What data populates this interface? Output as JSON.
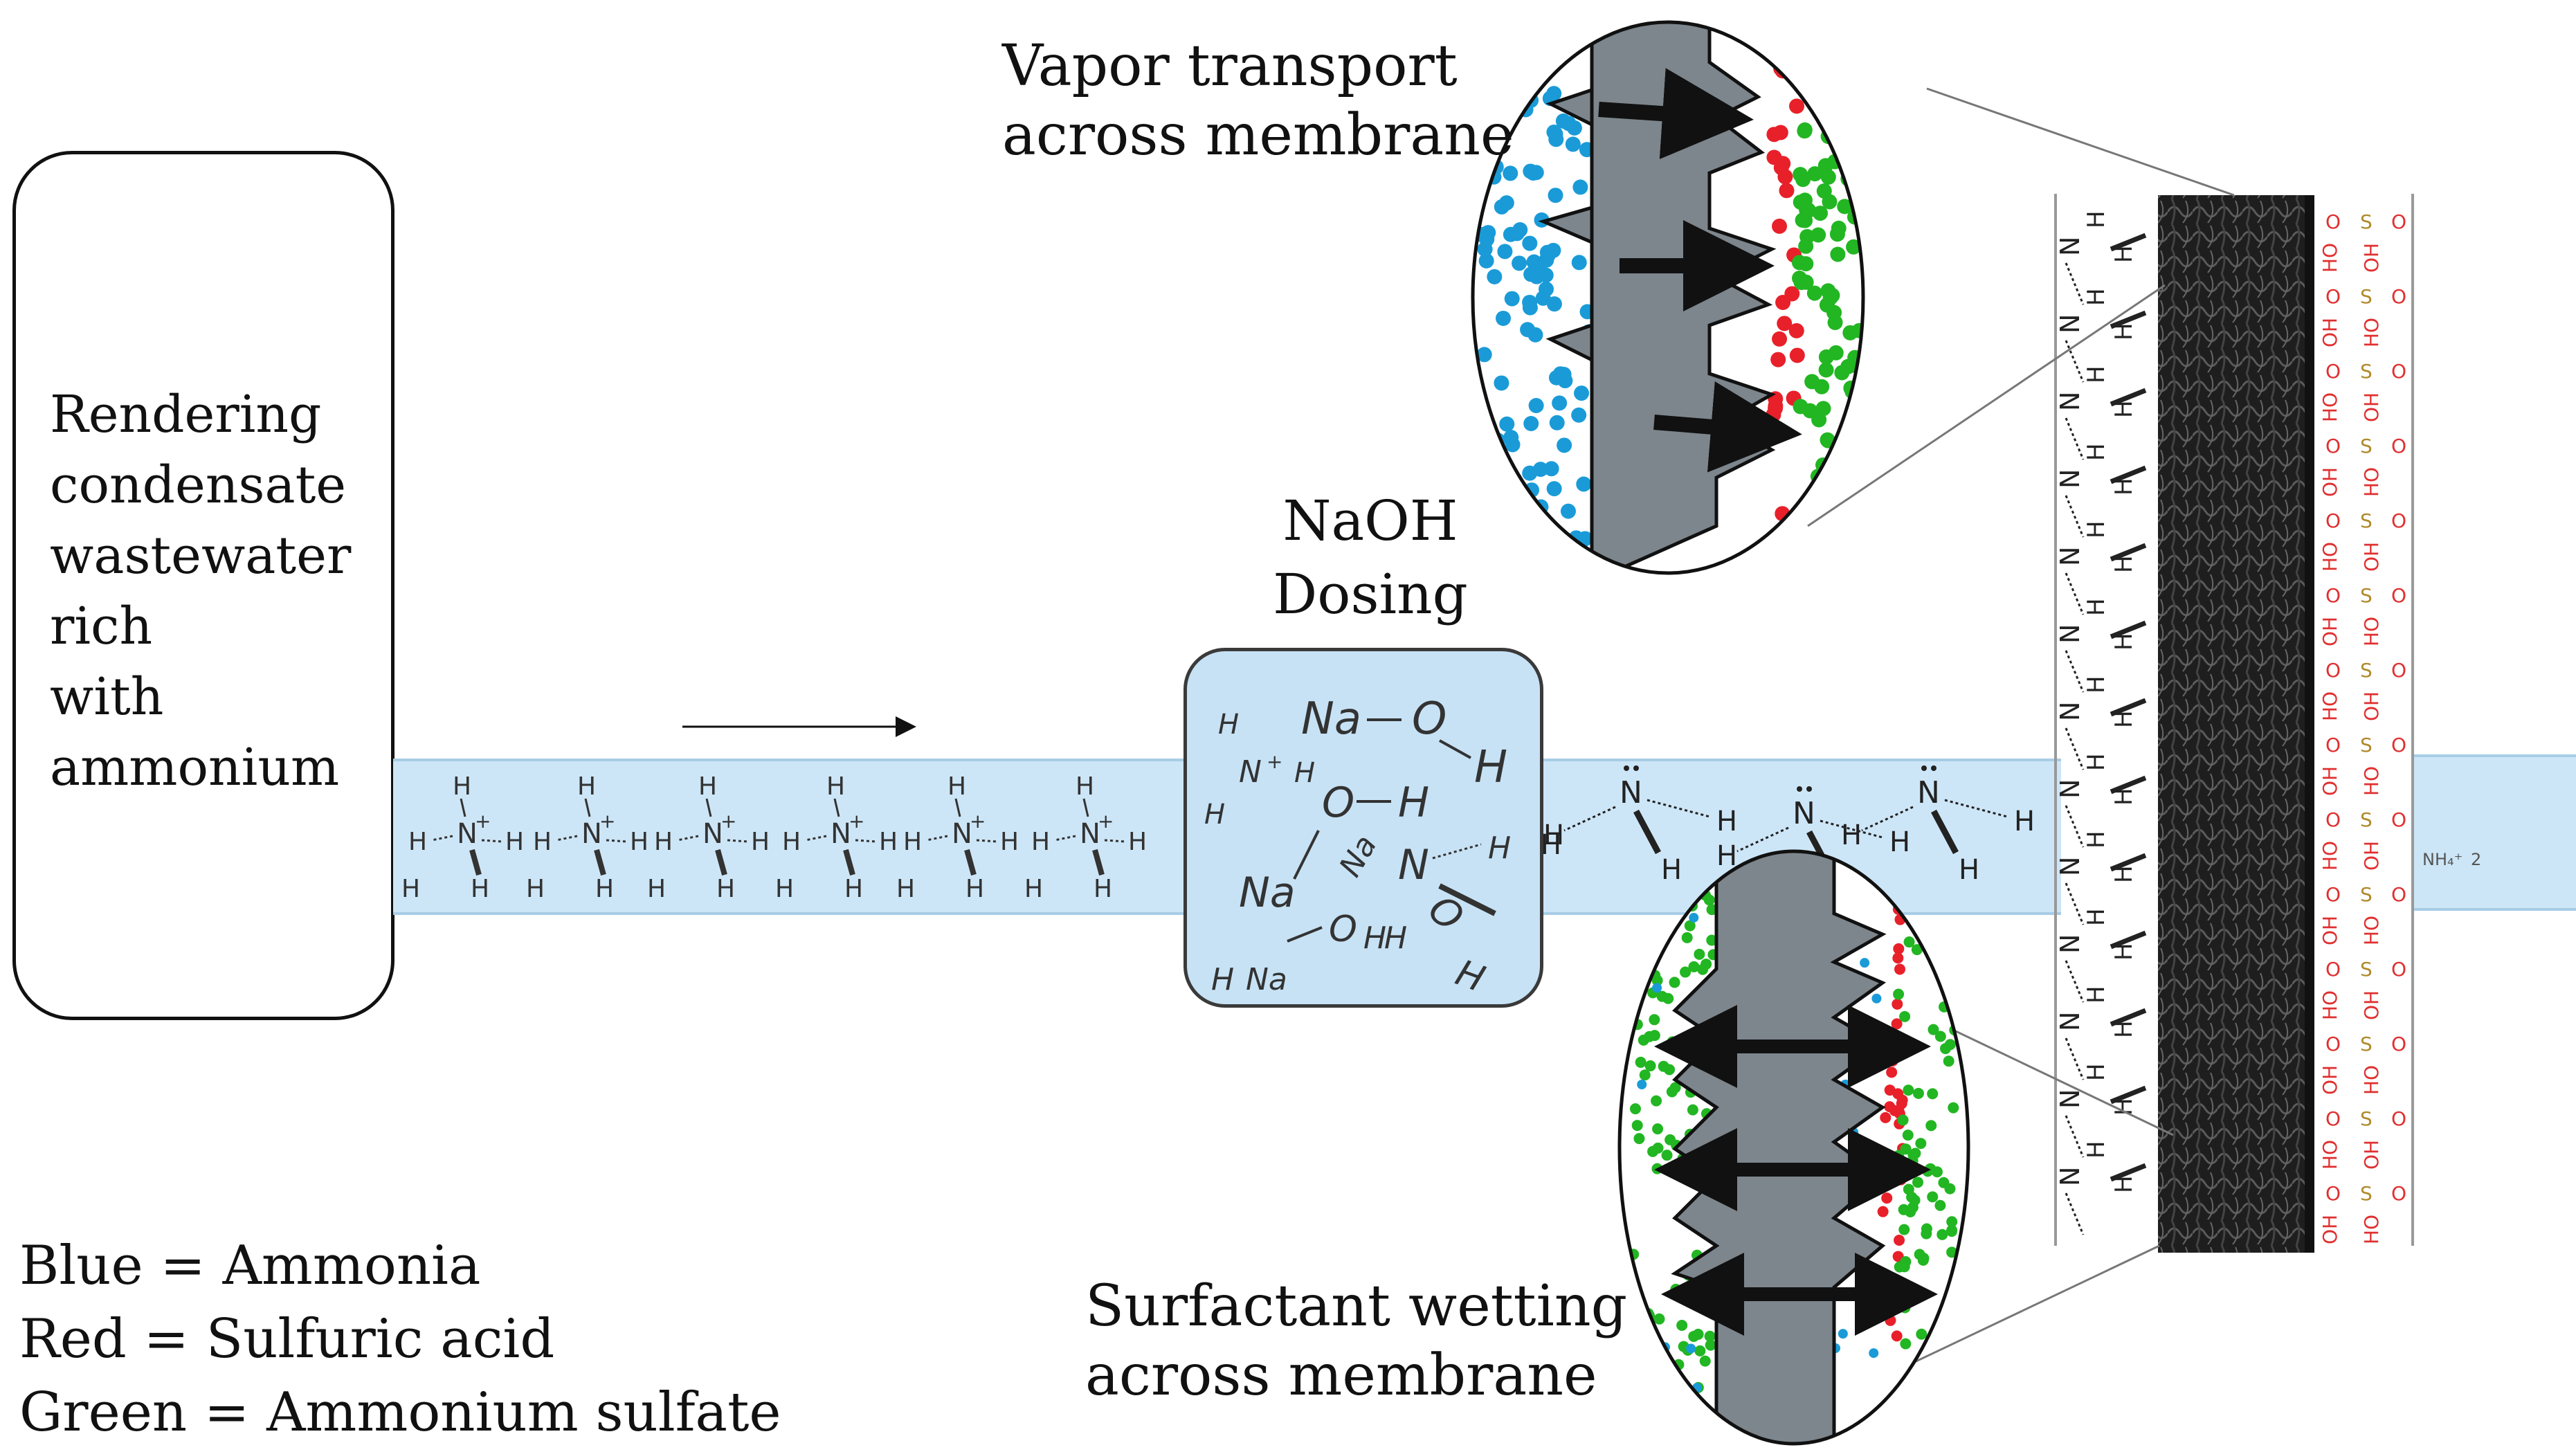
{
  "source": {
    "lines": [
      "Rendering",
      "condensate",
      "wastewater",
      "rich",
      "with",
      "ammonium"
    ]
  },
  "dosing": {
    "title_line1": "NaOH",
    "title_line2": "Dosing"
  },
  "zoom_top": {
    "label_line1": "Vapor transport",
    "label_line2": "across membrane"
  },
  "zoom_bottom": {
    "label_line1": "Surfactant wetting",
    "label_line2": "across membrane"
  },
  "legend": {
    "ammonia": "Blue = Ammonia",
    "sulfuric": "Red = Sulfuric acid",
    "ammonium_sulfate": "Green = Ammonium sulfate"
  },
  "chem": {
    "N": "N",
    "H": "H",
    "Na": "Na",
    "O": "O",
    "S": "S",
    "OH": "OH",
    "HO": "HO",
    "plus": "+",
    "nh4": "NH₄⁺",
    "sub2": "2"
  },
  "colors": {
    "ammonia_blue": "#1a9bd8",
    "sulfuric_red": "#e8202a",
    "sulfate_green": "#22b622",
    "membrane_grey": "#7d868d",
    "pipe_fill": "#cde6f7",
    "acid_text": "#e03030",
    "sulfur_text": "#b08a2a"
  },
  "icons": {
    "flow_arrow": "flow-direction-arrow",
    "transport_arrow": "transport-arrow-icon"
  }
}
